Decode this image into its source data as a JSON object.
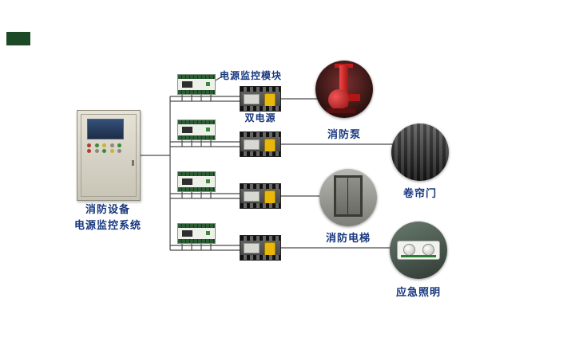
{
  "colors": {
    "label_blue": "#17377e",
    "wire_gray": "#4a4a4a",
    "logo_green": "#1d4a26",
    "ats_yellow": "#e9b70c",
    "module_green": "#2c5c33",
    "pump_red": "#c21d1d"
  },
  "cabinet": {
    "label_line1": "消防设备",
    "label_line2": "电源监控系统"
  },
  "annotations": {
    "module_label": "电源监控模块",
    "dual_power_label": "双电源"
  },
  "devices": [
    {
      "id": "fire-pump",
      "label": "消防泵"
    },
    {
      "id": "rolling-door",
      "label": "卷帘门"
    },
    {
      "id": "fire-elevator",
      "label": "消防电梯"
    },
    {
      "id": "emergency-lighting",
      "label": "应急照明"
    }
  ]
}
